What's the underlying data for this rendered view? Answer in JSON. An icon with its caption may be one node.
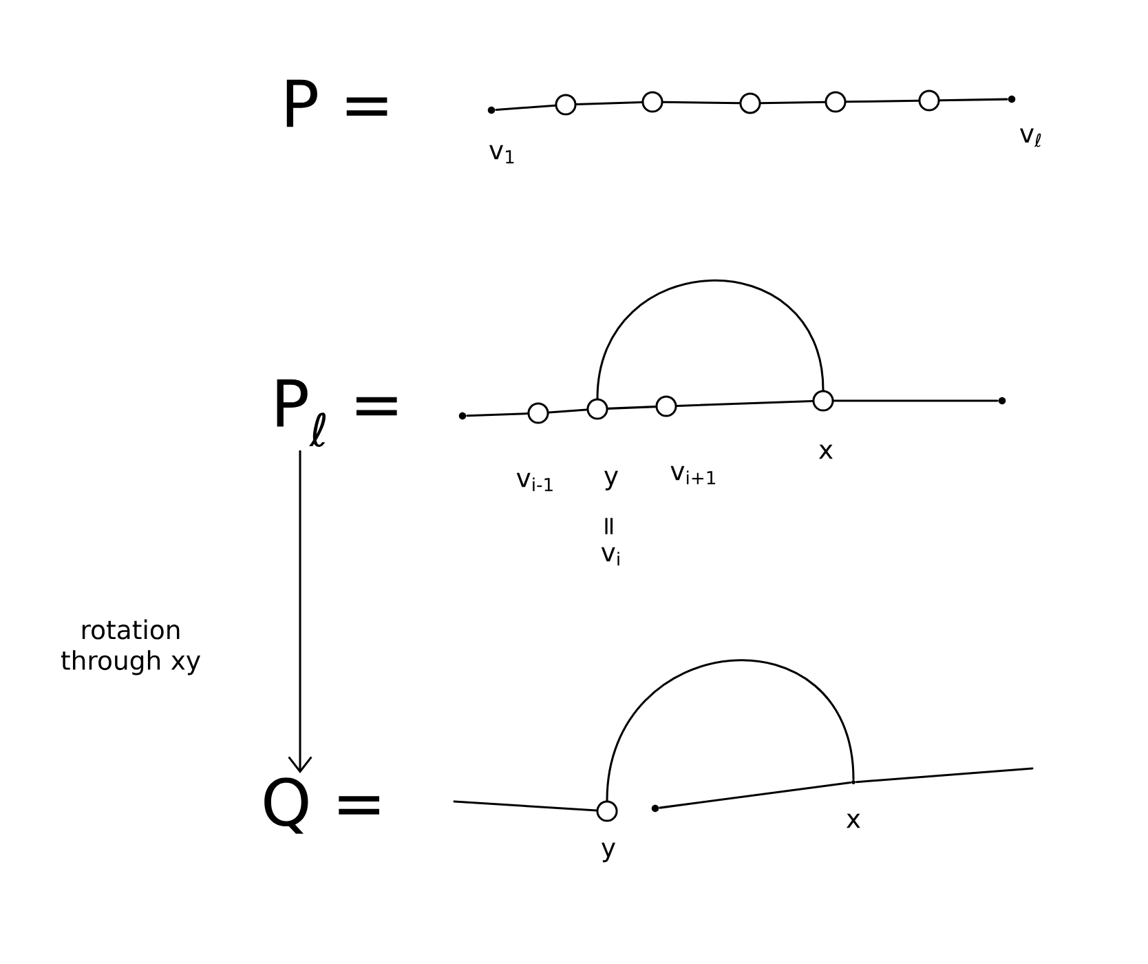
{
  "diagram": {
    "nodes": [
      {
        "text": [],
        "shape": "dot",
        "beside": [
          "v$_{1}$"
        ]
      },
      {
        "text": [],
        "shape": "circle"
      },
      {
        "text": [],
        "shape": "circle"
      },
      {
        "text": [],
        "shape": "circle"
      },
      {
        "text": [],
        "shape": "circle"
      },
      {
        "text": [],
        "shape": "circle"
      },
      {
        "text": [],
        "shape": "dot",
        "beside": [
          "v$_{ℓ}$"
        ]
      },
      {
        "text": [
          "P$_{ℓ}$ ="
        ]
      },
      {
        "text": [],
        "shape": "dot"
      },
      {
        "text": [],
        "shape": "circle",
        "beside": [
          "v$_{i-1}$"
        ]
      },
      {
        "text": [],
        "shape": "circle",
        "beside": [
          "y",
          "=",
          "v$_{i}$"
        ]
      },
      {
        "text": [],
        "shape": "circle",
        "beside": [
          "v$_{i+1}$"
        ]
      },
      {
        "text": [],
        "shape": "circle",
        "beside": [
          "x"
        ]
      },
      {
        "text": [],
        "shape": "dot"
      },
      {
        "text": [
          "Q ="
        ]
      },
      {
        "text": [],
        "shape": "circle",
        "beside": [
          "y"
        ]
      },
      {
        "text": [],
        "shape": "dot"
      },
      {
        "text": [],
        "shape": "point",
        "beside": [
          "x"
        ]
      }
    ],
    "edges": [
      {
        "from": 0,
        "to": 1,
        "arrow": "none"
      },
      {
        "from": 1,
        "to": 2,
        "arrow": "none"
      },
      {
        "from": 2,
        "to": 3,
        "arrow": "none"
      },
      {
        "from": 3,
        "to": 4,
        "arrow": "none"
      },
      {
        "from": 4,
        "to": 5,
        "arrow": "none"
      },
      {
        "from": 5,
        "to": 6,
        "arrow": "none"
      },
      {
        "from": 8,
        "to": 9,
        "arrow": "none"
      },
      {
        "from": 9,
        "to": 10,
        "arrow": "none"
      },
      {
        "from": 10,
        "to": 11,
        "arrow": "none"
      },
      {
        "from": 11,
        "to": 12,
        "arrow": "none"
      },
      {
        "from": 12,
        "to": 13,
        "arrow": "none"
      },
      {
        "from": 10,
        "to": 12,
        "arrow": "none"
      },
      {
        "from": 7,
        "to": 14,
        "arrow": "to",
        "label": "rotation through xy"
      },
      {
        "from": null,
        "to": 15,
        "arrow": "none"
      },
      {
        "from": 16,
        "to": 17,
        "arrow": "none"
      },
      {
        "from": 17,
        "to": null,
        "arrow": "none"
      },
      {
        "from": 15,
        "to": 17,
        "arrow": "none"
      }
    ],
    "labels": [
      "P ="
    ]
  }
}
